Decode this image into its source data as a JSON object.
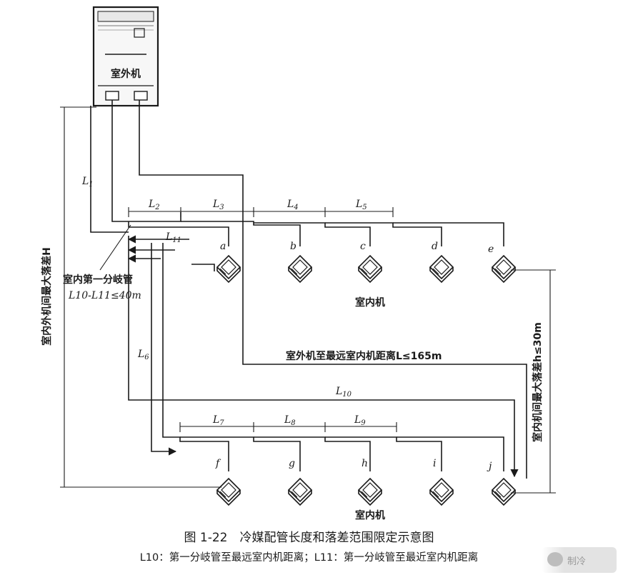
{
  "outdoor_unit": {
    "label": "室外机"
  },
  "indoor_group_top": {
    "label": "室内机",
    "units": [
      "a",
      "b",
      "c",
      "d",
      "e"
    ]
  },
  "indoor_group_bottom": {
    "label": "室内机",
    "units": [
      "f",
      "g",
      "h",
      "i",
      "j"
    ]
  },
  "pipe_segments": {
    "L1": {
      "main": "L",
      "sub": "1"
    },
    "L2": {
      "main": "L",
      "sub": "2"
    },
    "L3": {
      "main": "L",
      "sub": "3"
    },
    "L4": {
      "main": "L",
      "sub": "4"
    },
    "L5": {
      "main": "L",
      "sub": "5"
    },
    "L6": {
      "main": "L",
      "sub": "6"
    },
    "L7": {
      "main": "L",
      "sub": "7"
    },
    "L8": {
      "main": "L",
      "sub": "8"
    },
    "L9": {
      "main": "L",
      "sub": "9"
    },
    "L10": {
      "main": "L",
      "sub": "10"
    },
    "L11": {
      "main": "L",
      "sub": "11"
    }
  },
  "first_branch_note": {
    "line1": "室内第一分岐管",
    "line2": "L10-L11≤40m"
  },
  "max_distance_note": "室外机至最远室内机距离L≤165m",
  "outdoor_indoor_height": "室内外机间最大落差H",
  "indoor_indoor_height": "室内机间最大落差h≤30m",
  "caption": {
    "title": "图 1-22　冷媒配管长度和落差范围限定示意图",
    "legend": "L10：第一分岐管至最远室内机距离；L11：第一分岐管至最近室内机距离"
  },
  "watermark_text": "制冷"
}
